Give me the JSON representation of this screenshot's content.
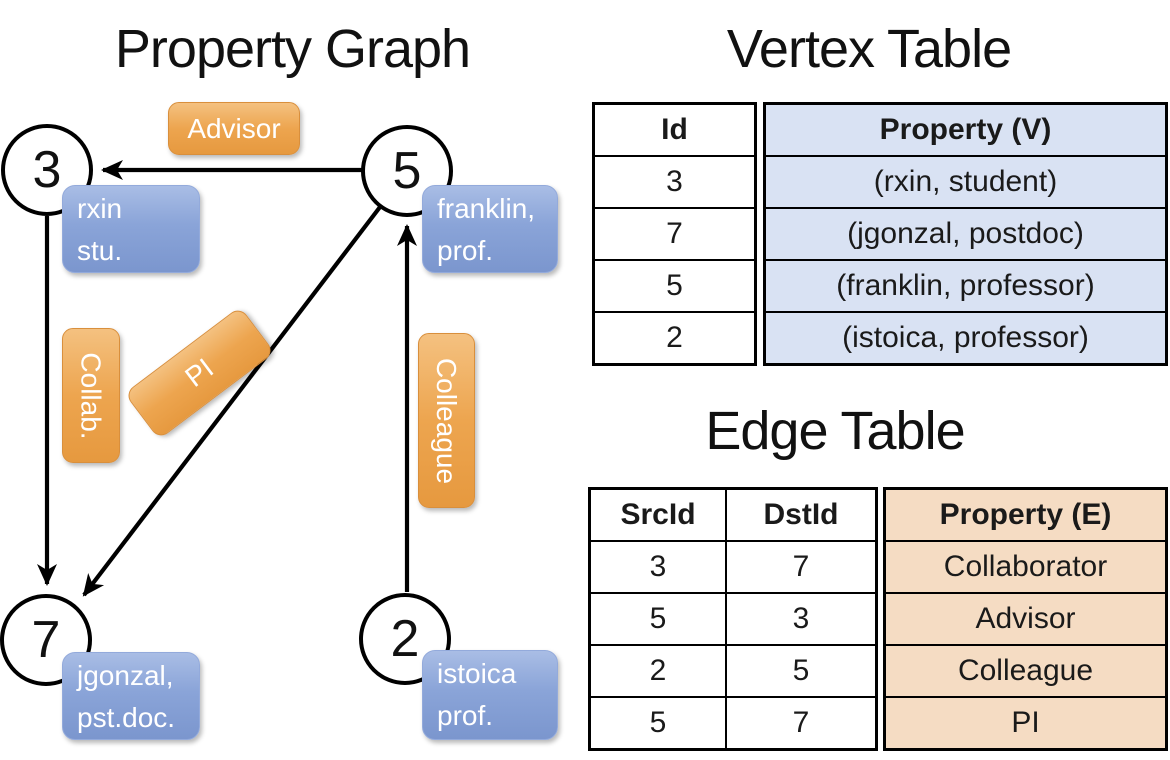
{
  "graph": {
    "title": "Property Graph",
    "nodes": [
      {
        "id": "3",
        "label_lines": [
          "rxin",
          "stu."
        ]
      },
      {
        "id": "5",
        "label_lines": [
          "franklin,",
          "prof."
        ]
      },
      {
        "id": "7",
        "label_lines": [
          "jgonzal,",
          "pst.doc."
        ]
      },
      {
        "id": "2",
        "label_lines": [
          "istoica",
          "prof."
        ]
      }
    ],
    "edges": [
      {
        "label": "Advisor",
        "from": "5",
        "to": "3"
      },
      {
        "label": "Collab.",
        "from": "3",
        "to": "7"
      },
      {
        "label": "PI",
        "from": "5",
        "to": "7"
      },
      {
        "label": "Colleague",
        "from": "2",
        "to": "5"
      }
    ]
  },
  "vertex_table": {
    "title": "Vertex Table",
    "headers": [
      "Id",
      "Property (V)"
    ],
    "rows": [
      [
        "3",
        "(rxin, student)"
      ],
      [
        "7",
        "(jgonzal, postdoc)"
      ],
      [
        "5",
        "(franklin, professor)"
      ],
      [
        "2",
        "(istoica, professor)"
      ]
    ]
  },
  "edge_table": {
    "title": "Edge Table",
    "headers": [
      "SrcId",
      "DstId",
      "Property (E)"
    ],
    "rows": [
      [
        "3",
        "7",
        "Collaborator"
      ],
      [
        "5",
        "3",
        "Advisor"
      ],
      [
        "2",
        "5",
        "Colleague"
      ],
      [
        "5",
        "7",
        "PI"
      ]
    ]
  },
  "colors": {
    "vertex_cell_fill": "#d9e2f3",
    "edge_cell_fill": "#f5dcc3",
    "vertex_box_blue": "#8aa4d8",
    "edge_pill_orange": "#eda54f",
    "line_black": "#000000"
  }
}
